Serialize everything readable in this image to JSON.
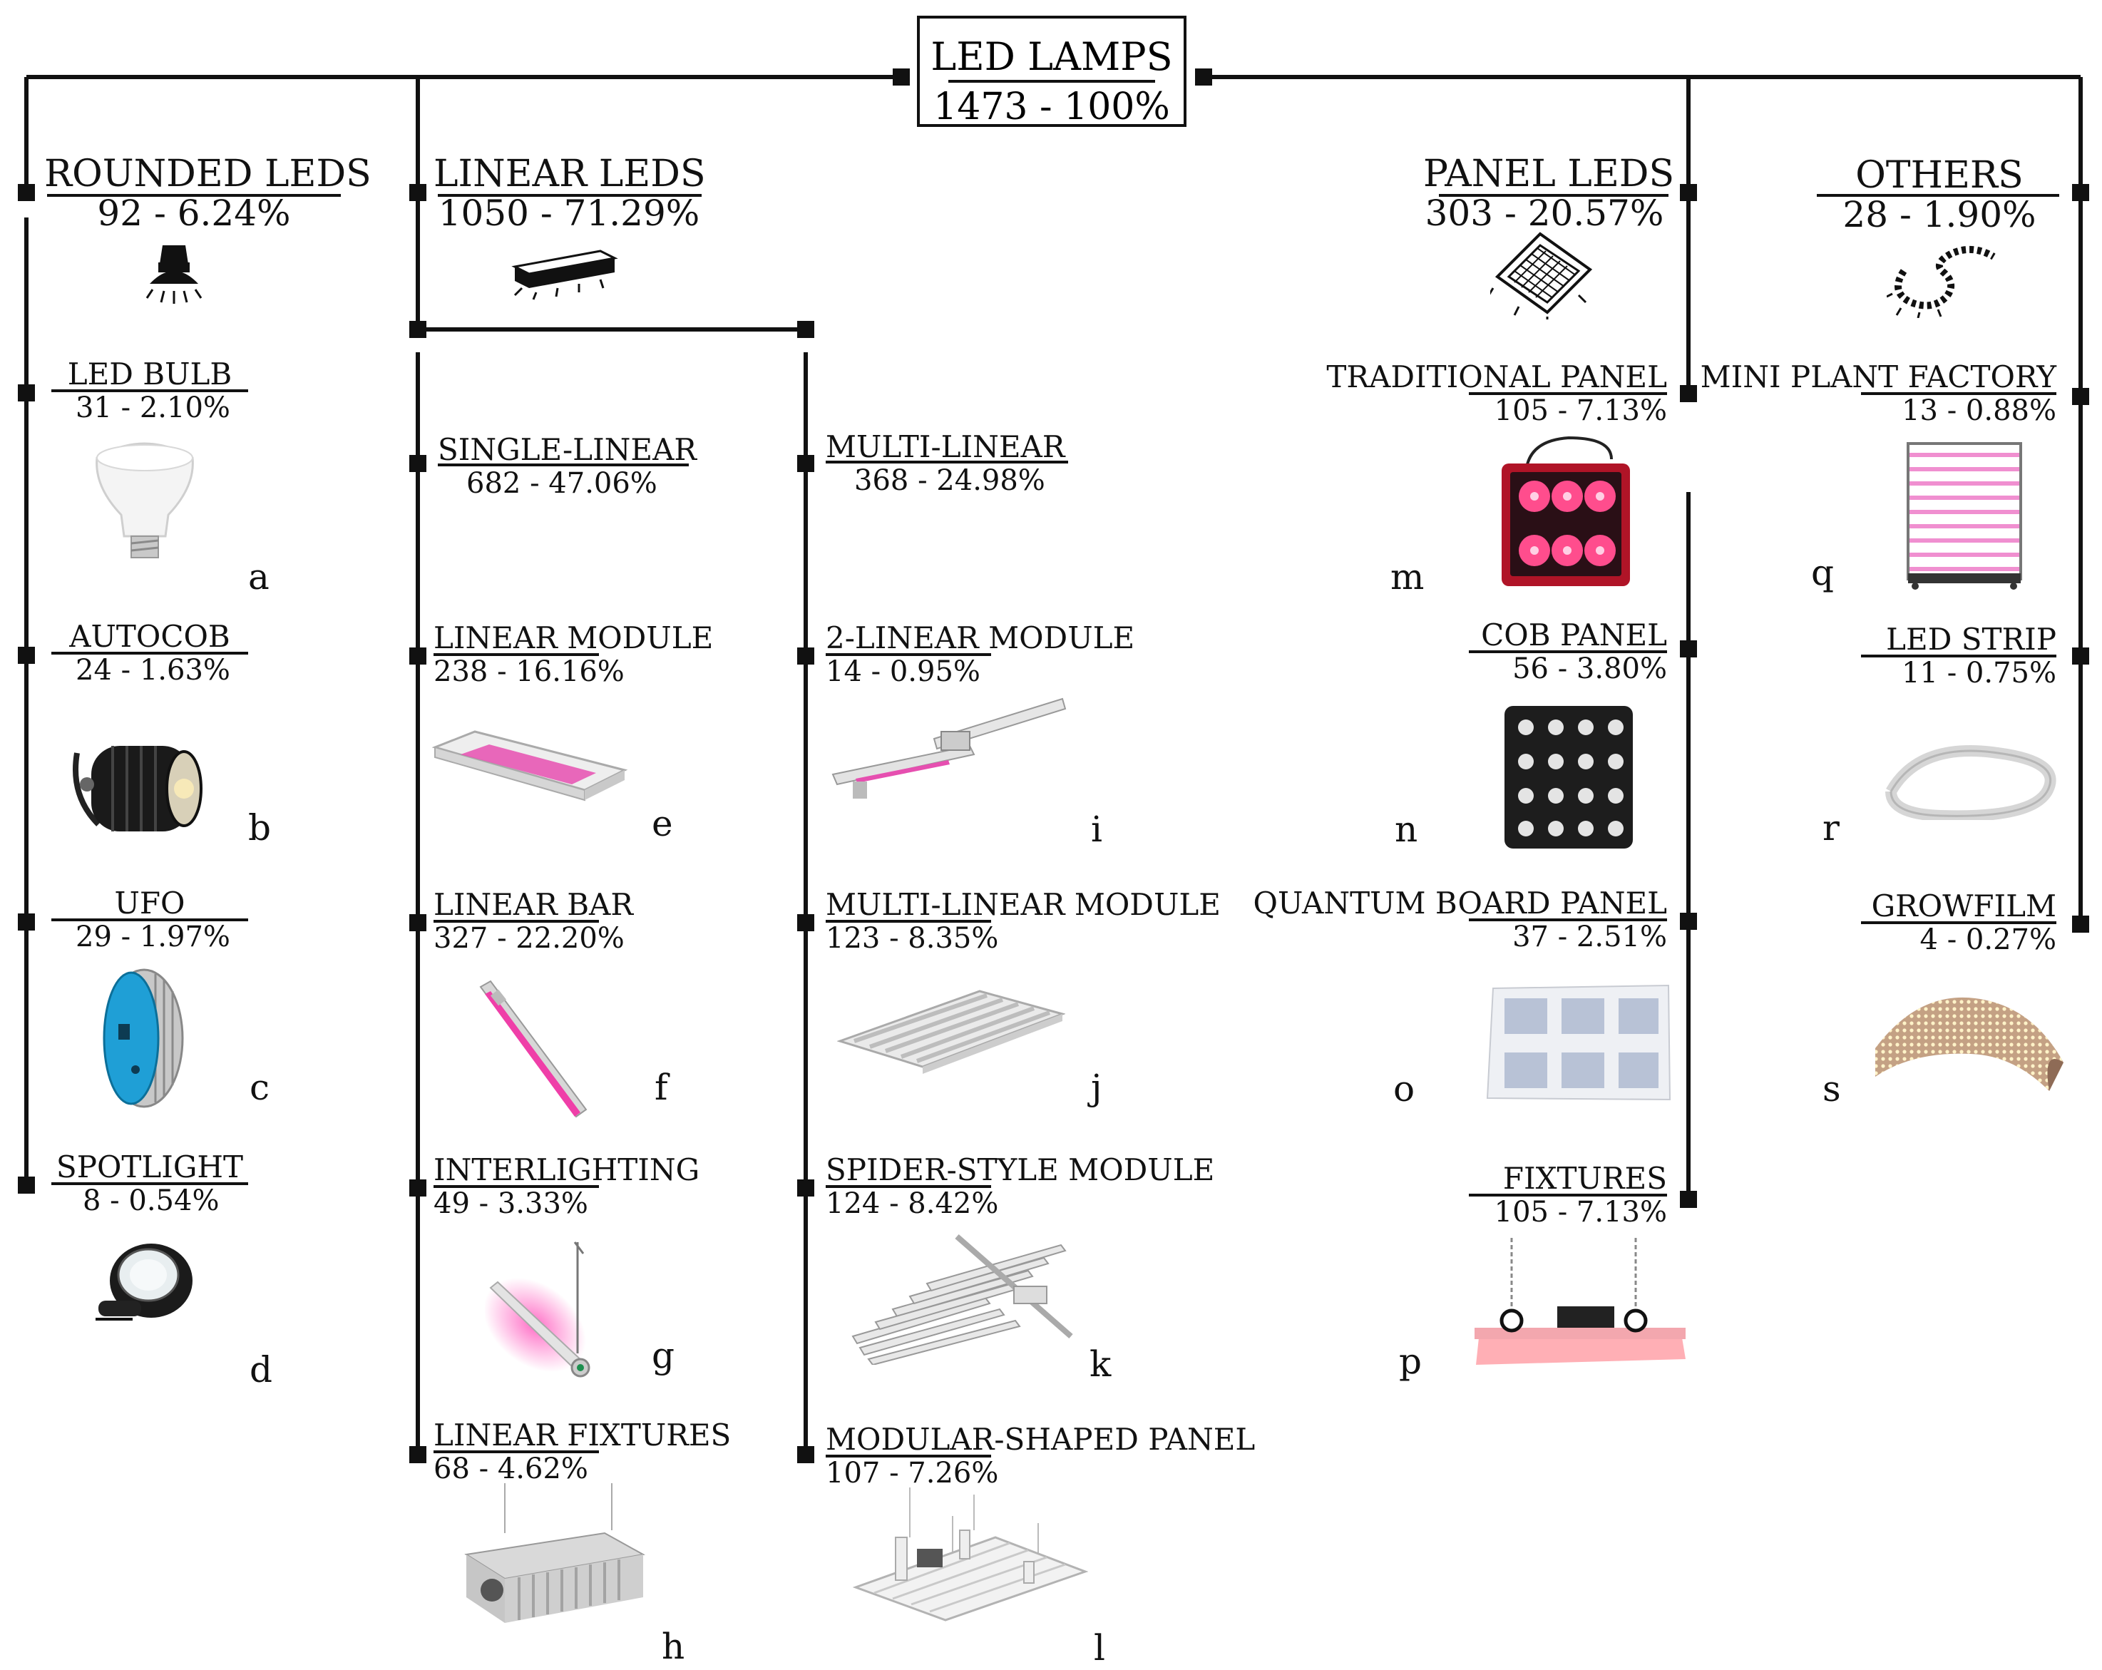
{
  "root": {
    "name": "LED LAMPS",
    "stat": "1473 - 100%"
  },
  "categories": {
    "rounded": {
      "name": "ROUNDED LEDS",
      "stat": "92 - 6.24%"
    },
    "linear": {
      "name": "LINEAR LEDS",
      "stat": "1050 - 71.29%"
    },
    "panel": {
      "name": "PANEL LEDS",
      "stat": "303 - 20.57%"
    },
    "others": {
      "name": "OTHERS",
      "stat": "28 - 1.90%"
    }
  },
  "linear_groups": {
    "single": {
      "name": "SINGLE-LINEAR",
      "stat": "682 - 47.06%"
    },
    "multi": {
      "name": "MULTI-LINEAR",
      "stat": "368 - 24.98%"
    }
  },
  "items": {
    "a": {
      "name": "LED BULB",
      "stat": "31 - 2.10%",
      "letter": "a"
    },
    "b": {
      "name": "AUTOCOB",
      "stat": "24 - 1.63%",
      "letter": "b"
    },
    "c": {
      "name": "UFO",
      "stat": "29 - 1.97%",
      "letter": "c"
    },
    "d": {
      "name": "SPOTLIGHT",
      "stat": "8 - 0.54%",
      "letter": "d"
    },
    "e": {
      "name": "LINEAR MODULE",
      "stat": "238 - 16.16%",
      "letter": "e"
    },
    "f": {
      "name": "LINEAR BAR",
      "stat": "327 - 22.20%",
      "letter": "f"
    },
    "g": {
      "name": "INTERLIGHTING",
      "stat": "49 - 3.33%",
      "letter": "g"
    },
    "h": {
      "name": "LINEAR FIXTURES",
      "stat": "68 - 4.62%",
      "letter": "h"
    },
    "i": {
      "name": "2-LINEAR MODULE",
      "stat": "14 - 0.95%",
      "letter": "i"
    },
    "j": {
      "name": "MULTI-LINEAR MODULE",
      "stat": "123 - 8.35%",
      "letter": "j"
    },
    "k": {
      "name": "SPIDER-STYLE MODULE",
      "stat": "124 - 8.42%",
      "letter": "k"
    },
    "l": {
      "name": "MODULAR-SHAPED PANEL",
      "stat": "107 - 7.26%",
      "letter": "l"
    },
    "m": {
      "name": "TRADITIONAL PANEL",
      "stat": "105 - 7.13%",
      "letter": "m"
    },
    "n": {
      "name": "COB PANEL",
      "stat": "56 - 3.80%",
      "letter": "n"
    },
    "o": {
      "name": "QUANTUM BOARD PANEL",
      "stat": "37 - 2.51%",
      "letter": "o"
    },
    "p": {
      "name": "FIXTURES",
      "stat": "105 - 7.13%",
      "letter": "p"
    },
    "q": {
      "name": "MINI PLANT FACTORY",
      "stat": "13 - 0.88%",
      "letter": "q"
    },
    "r": {
      "name": "LED STRIP",
      "stat": "11 - 0.75%",
      "letter": "r"
    },
    "s": {
      "name": "GROWFILM",
      "stat": "4 - 0.27%",
      "letter": "s"
    }
  },
  "colors": {
    "line": "#111111",
    "grow_pink": "#e64fb0",
    "panel_red": "#c2182b",
    "ufo_blue": "#1f9fd6"
  }
}
